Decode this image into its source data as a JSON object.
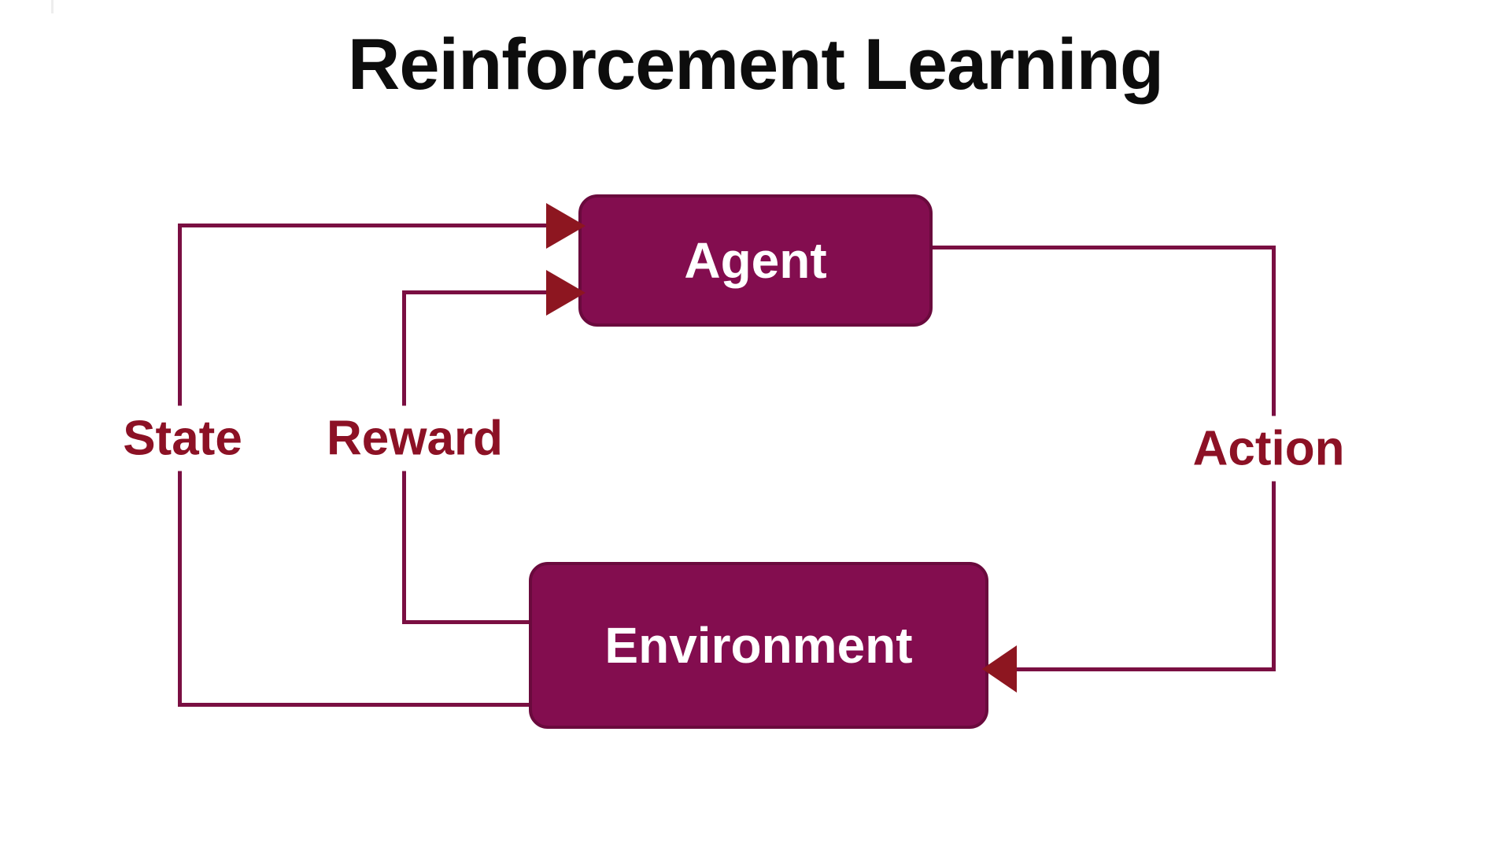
{
  "title": "Reinforcement Learning",
  "nodes": {
    "agent": {
      "label": "Agent"
    },
    "environment": {
      "label": "Environment"
    }
  },
  "edges": {
    "state": {
      "label": "State",
      "from": "Environment",
      "to": "Agent"
    },
    "reward": {
      "label": "Reward",
      "from": "Environment",
      "to": "Agent"
    },
    "action": {
      "label": "Action",
      "from": "Agent",
      "to": "Environment"
    }
  },
  "colors": {
    "node-fill": "#830d4f",
    "node-border": "#6a0a3d",
    "node-text": "#ffffff",
    "edge-line": "#7a0f42",
    "arrowhead": "#8d1620",
    "label-text": "#8c1125",
    "title-text": "#0d0d0d",
    "background": "#ffffff"
  }
}
